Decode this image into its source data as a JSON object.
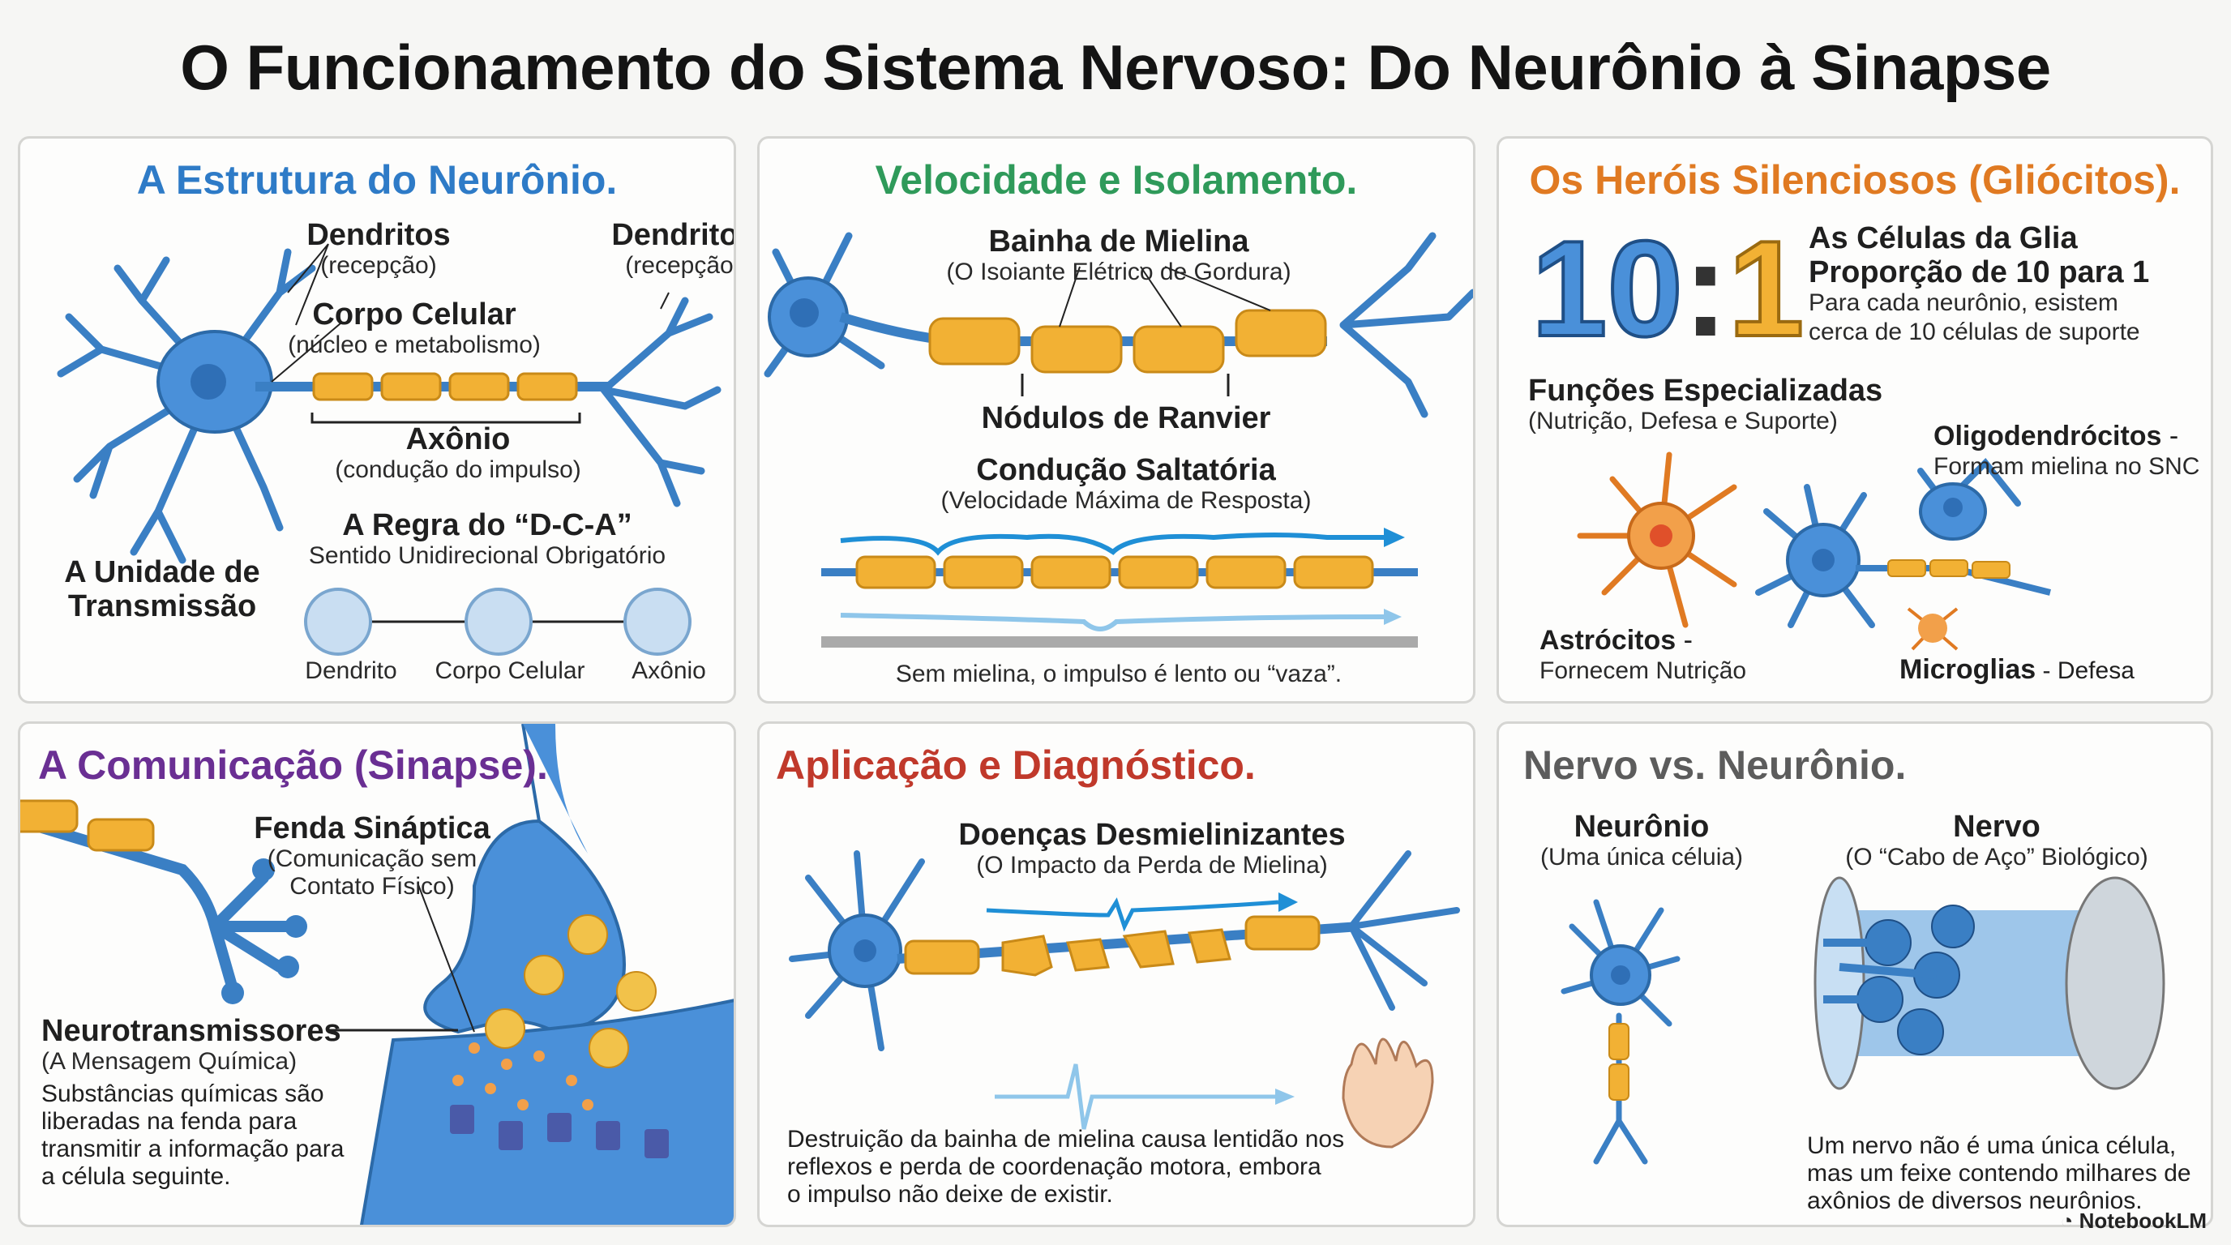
{
  "title": "O Funcionamento do Sistema Nervoso: Do Neurônio à Sinapse",
  "colors": {
    "blue": "#2e7bc7",
    "green": "#2f9a5a",
    "orange": "#e07a22",
    "purple": "#6a2f93",
    "red": "#c0392b",
    "gray": "#5c5c5c",
    "myelin": "#f2b134",
    "neuron": "#4a90d9"
  },
  "p1": {
    "title": "A Estrutura do Neurônio.",
    "dendritos1": "Dendritos",
    "recepcao1": "(recepção)",
    "dendritos2": "Dendritos",
    "recepcao2": "(recepção)",
    "corpo": "Corpo Celular",
    "corpo_sub": "(núcleo e metabolismo)",
    "axonio": "Axônio",
    "axonio_sub": "(condução do impulso)",
    "unidade1": "A Unidade de",
    "unidade2": "Transmissão",
    "regra": "A Regra do “D-C-A”",
    "regra_sub": "Sentido Unidirecional Obrigatório",
    "flow": [
      "Dendrito",
      "Corpo Celular",
      "Axônio"
    ]
  },
  "p2": {
    "title": "Velocidade e Isolamento.",
    "bainha": "Bainha de Mielina",
    "bainha_sub": "(O Isoiante Elétrico de Gordura)",
    "nodulos": "Nódulos de Ranvier",
    "conducao": "Condução Saltatória",
    "conducao_sub": "(Velocidade Máxima de Resposta)",
    "sem": "Sem mielina, o impulso é lento ou “vaza”."
  },
  "p3": {
    "title": "Os Heróis Silenciosos (Gliócitos).",
    "ratio_a": "10",
    "ratio_sep": ":",
    "ratio_b": "1",
    "glia1": "As Células da Glia",
    "glia2": "Proporção de 10 para 1",
    "glia3": "Para cada neurônio, esistem",
    "glia4": "cerca de 10 células de suporte",
    "funcoes": "Funções Especializadas",
    "funcoes_sub": "(Nutrição, Defesa e Suporte)",
    "oligo": "Oligodendrócitos",
    "oligo_dash": " -",
    "oligo_sub": "Formam mielina no SNC",
    "astro": "Astrócitos",
    "astro_dash": " -",
    "astro_sub": "Fornecem Nutrição",
    "micro": "Microglias",
    "micro_sub": " - Defesa"
  },
  "p4": {
    "title": "A Comunicação (Sinapse).",
    "fenda": "Fenda Sináptica",
    "fenda_sub1": "(Comunicação sem",
    "fenda_sub2": "Contato Físico)",
    "neuro": "Neurotransmissores",
    "neuro_sub": "(A Mensagem Química)",
    "desc": [
      "Substâncias químicas são",
      "liberadas na fenda para",
      "transmitir a informação para",
      "a célula seguinte."
    ]
  },
  "p5": {
    "title": "Aplicação e Diagnóstico.",
    "doencas": "Doenças Desmielinizantes",
    "doencas_sub": "(O Impacto da Perda de Mielina)",
    "desc": [
      "Destruição da bainha de mielina causa lentidão nos",
      "reflexos e perda de coordenação motora, embora",
      "o impulso não deixe de existir."
    ]
  },
  "p6": {
    "title": "Nervo vs. Neurônio.",
    "neuronio": "Neurônio",
    "neuronio_sub": "(Uma única céluia)",
    "nervo": "Nervo",
    "nervo_sub": "(O “Cabo de Aço” Biológico)",
    "desc": [
      "Um nervo não é uma única célula,",
      "mas um feixe contendo milhares de",
      "axônios de diversos neurônios."
    ]
  },
  "logo": "NotebookLM"
}
